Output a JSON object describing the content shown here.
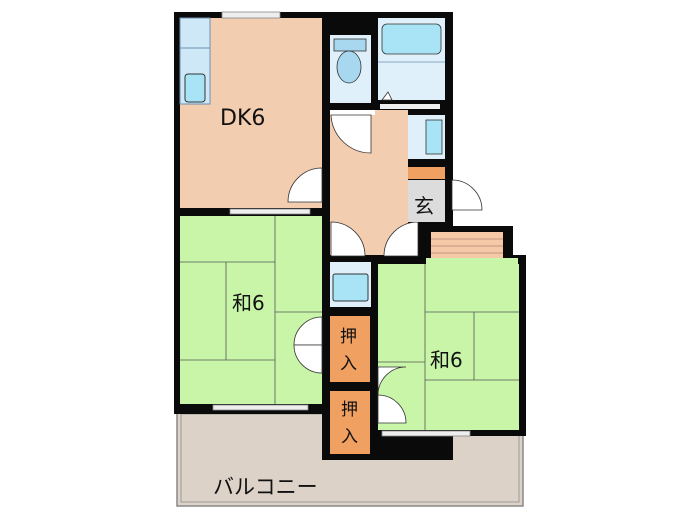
{
  "floor_plan": {
    "rooms": {
      "dk": {
        "label": "DK6"
      },
      "washitsu_left": {
        "label": "和6"
      },
      "washitsu_right": {
        "label": "和6"
      },
      "genkan": {
        "label": "玄"
      },
      "oshiire_1": {
        "label_top": "押",
        "label_bottom": "入"
      },
      "oshiire_2": {
        "label_top": "押",
        "label_bottom": "入"
      },
      "balcony": {
        "label": "バルコニー"
      }
    },
    "colors": {
      "wall": "#0a0a0a",
      "dk_floor": "#f3cdb0",
      "tatami": "#c8f5a8",
      "wet_area": "#dff0fb",
      "fixture": "#a8e4f5",
      "closet": "#f0a060",
      "genkan": "#dcdcdc",
      "balcony": "#ddd2c8",
      "stairs": "#f5c9a8"
    }
  }
}
